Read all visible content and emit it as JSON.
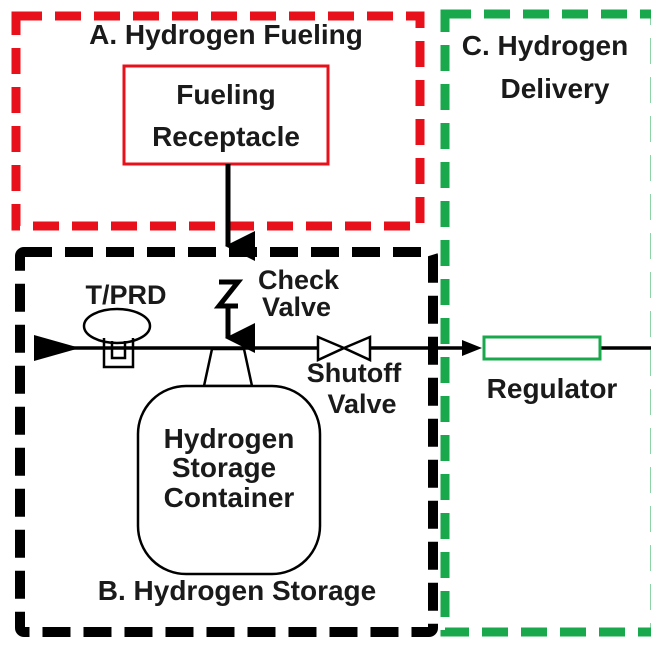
{
  "sections": {
    "fueling": {
      "title": "A.  Hydrogen Fueling",
      "color": "#e8101b"
    },
    "storage": {
      "title": "B. Hydrogen Storage",
      "color": "#000000"
    },
    "delivery": {
      "title_line1": "C. Hydrogen",
      "title_line2": "Delivery",
      "color": "#19a84b"
    }
  },
  "components": {
    "receptacle": {
      "line1": "Fueling",
      "line2": "Receptacle"
    },
    "check_valve": {
      "line1": "Check",
      "line2": "Valve"
    },
    "tprd": {
      "label": "T/PRD"
    },
    "shutoff_valve": {
      "line1": "Shutoff",
      "line2": "Valve"
    },
    "container": {
      "line1": "Hydrogen",
      "line2": "Storage",
      "line3": "Container"
    },
    "regulator": {
      "label": "Regulator",
      "color": "#19a84b"
    }
  }
}
